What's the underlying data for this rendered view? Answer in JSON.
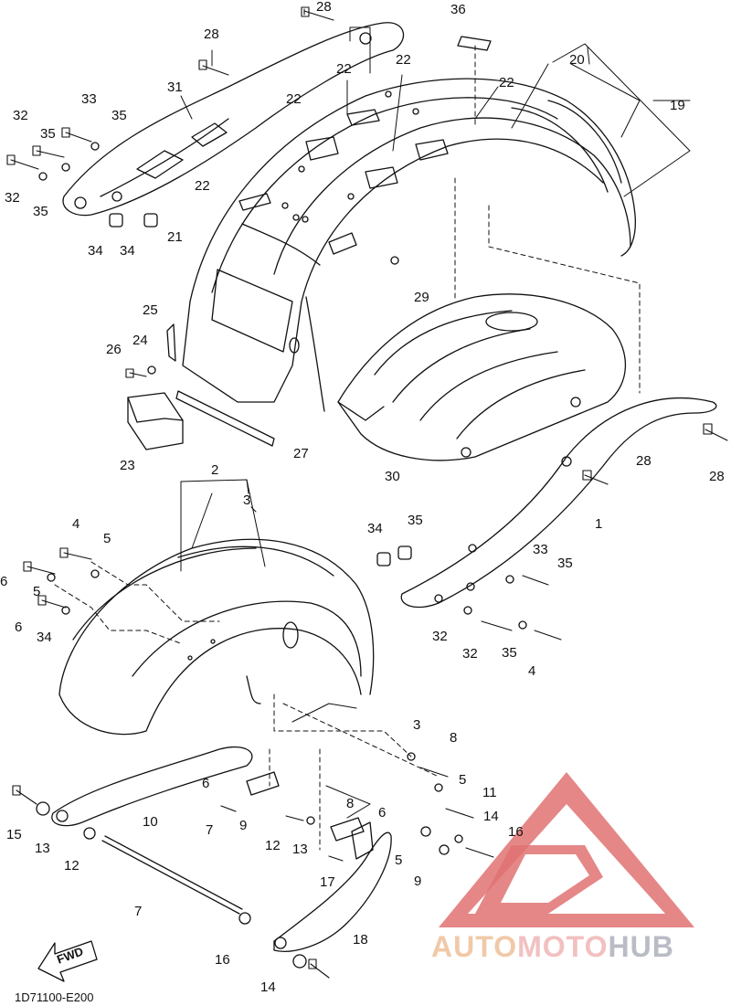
{
  "diagram": {
    "drawing_code": "1D71100-E200",
    "fwd_label": "FWD",
    "callouts": [
      "28",
      "28",
      "36",
      "31",
      "22",
      "22",
      "20",
      "22",
      "19",
      "33",
      "32",
      "35",
      "35",
      "22",
      "32",
      "35",
      "34",
      "34",
      "21",
      "22",
      "29",
      "25",
      "26",
      "24",
      "23",
      "27",
      "30",
      "28",
      "28",
      "1",
      "2",
      "3",
      "4",
      "5",
      "6",
      "5",
      "6",
      "34",
      "34",
      "35",
      "33",
      "35",
      "32",
      "35",
      "32",
      "4",
      "3",
      "8",
      "6",
      "5",
      "11",
      "9",
      "7",
      "10",
      "8",
      "6",
      "14",
      "16",
      "15",
      "13",
      "12",
      "12",
      "13",
      "5",
      "9",
      "17",
      "7",
      "18",
      "16",
      "14"
    ]
  },
  "watermark": {
    "part1": "AUTO",
    "part2": "MOTO",
    "part3": "HUB"
  },
  "colors": {
    "line": "#111111",
    "watermark_red": "#e05a5a",
    "watermark_orange": "#f1c9a8",
    "watermark_gray": "#b9bcc4"
  }
}
